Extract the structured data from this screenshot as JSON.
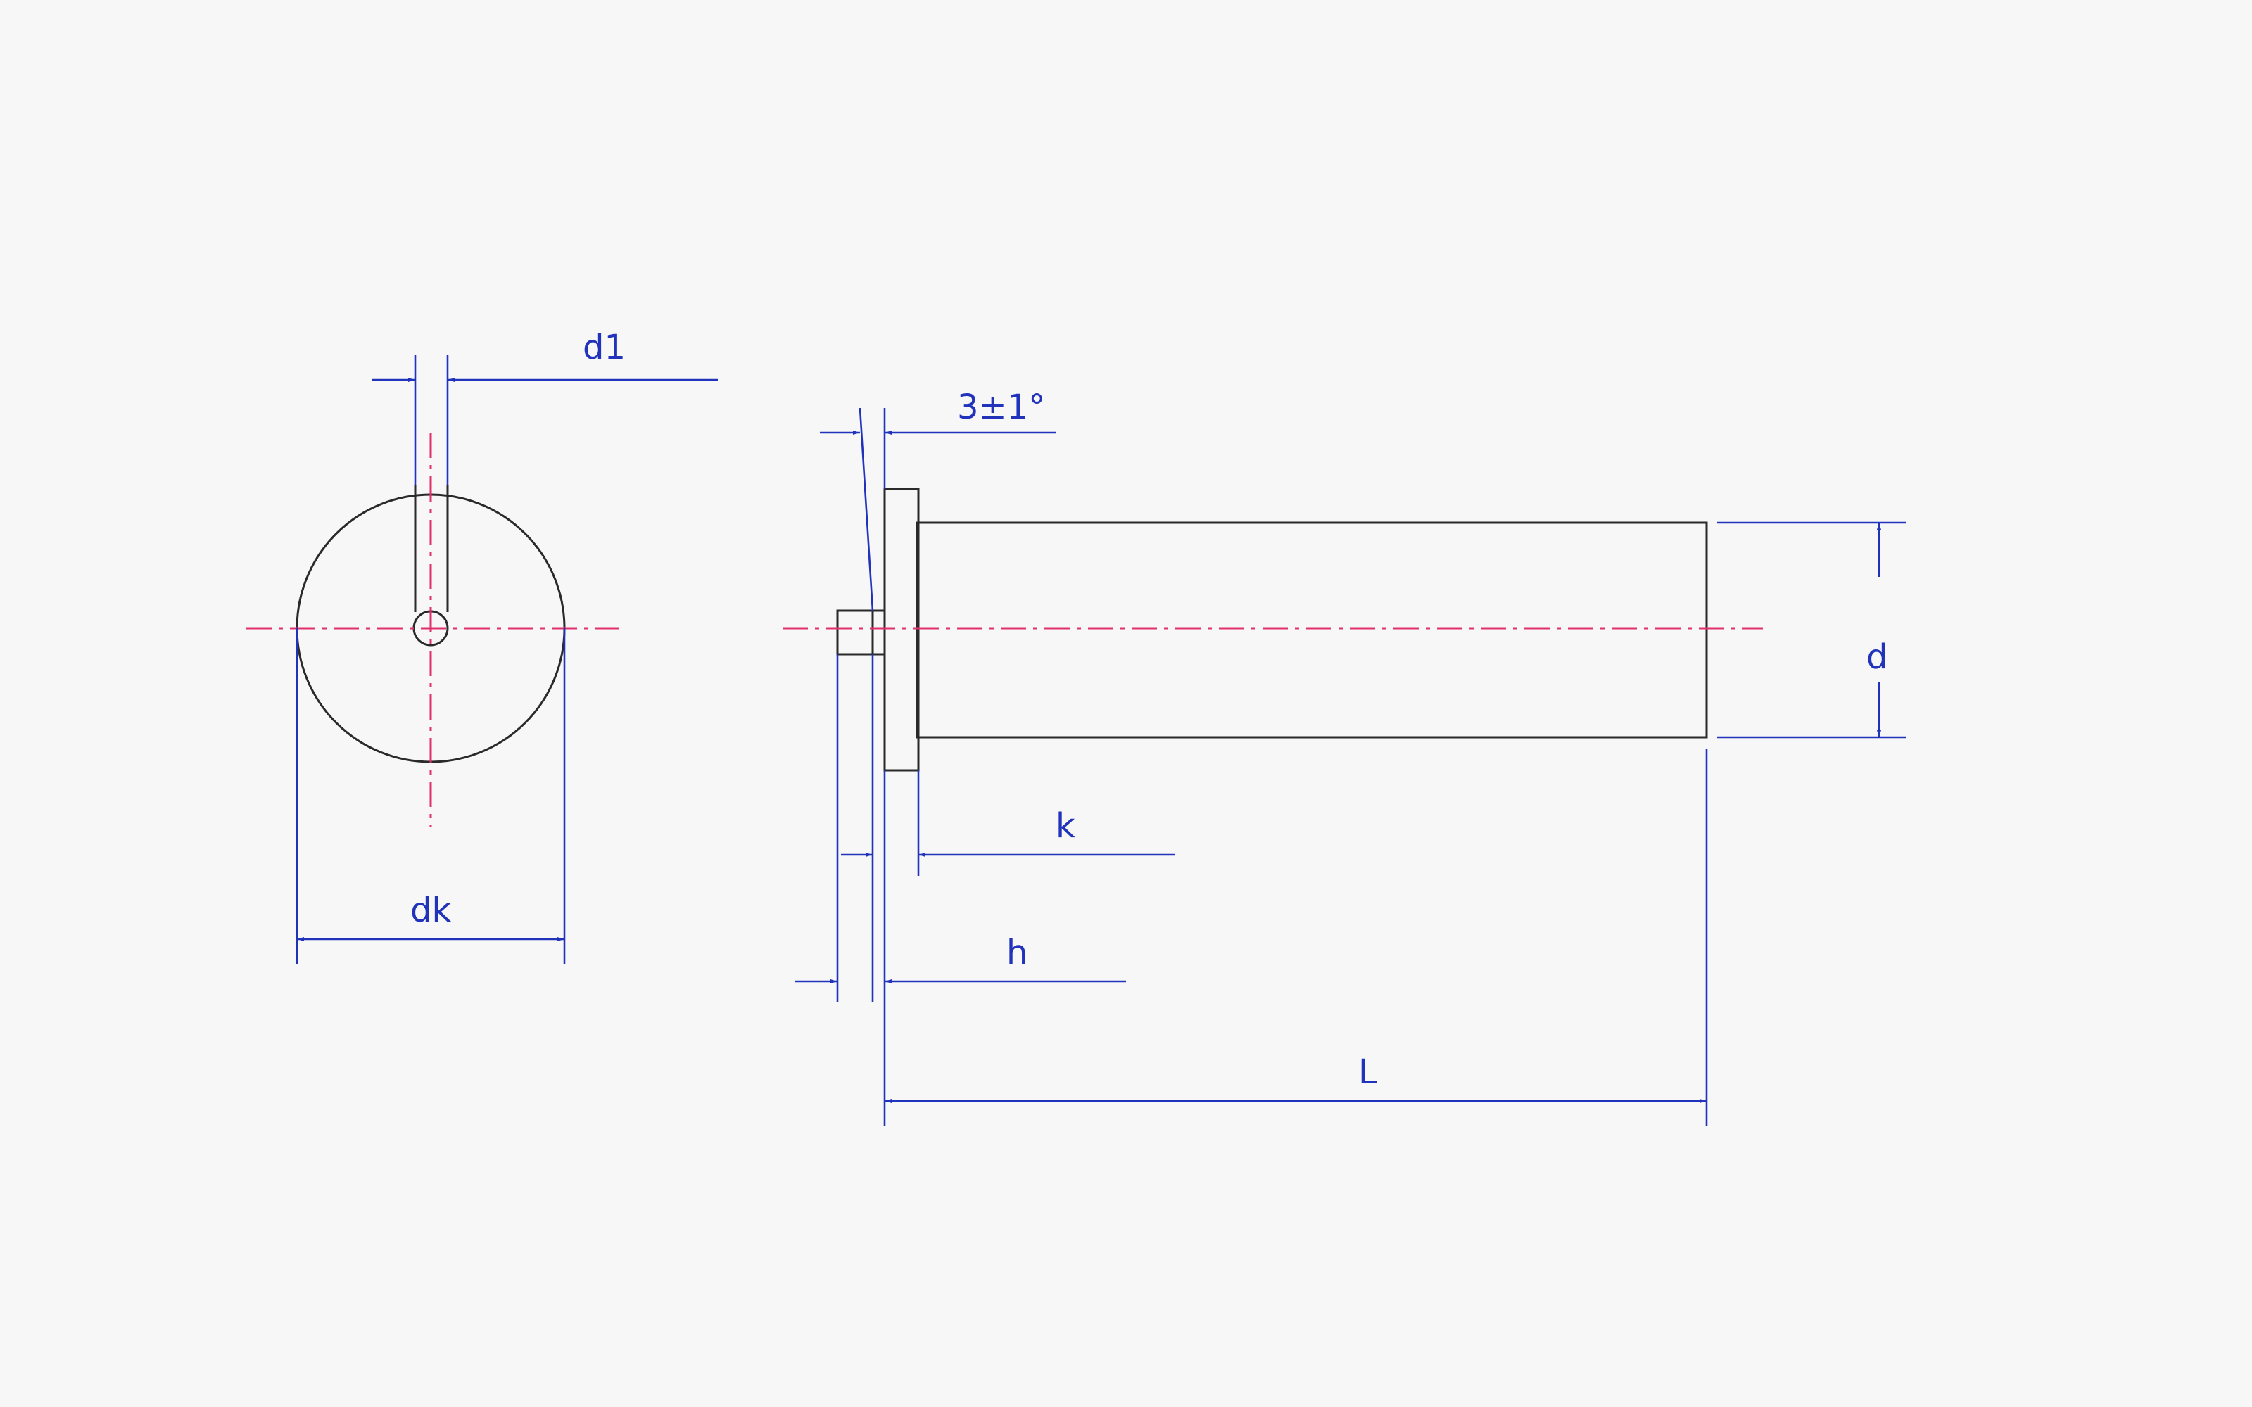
{
  "labels": {
    "d1": "d1",
    "angle": "3±1°",
    "d": "d",
    "k": "k",
    "dk": "dk",
    "h": "h",
    "L": "L"
  },
  "colors": {
    "outline": "#2a2a2a",
    "centerline": "#e0306a",
    "dimension": "#2233bb",
    "background": "#f7f7f8"
  }
}
